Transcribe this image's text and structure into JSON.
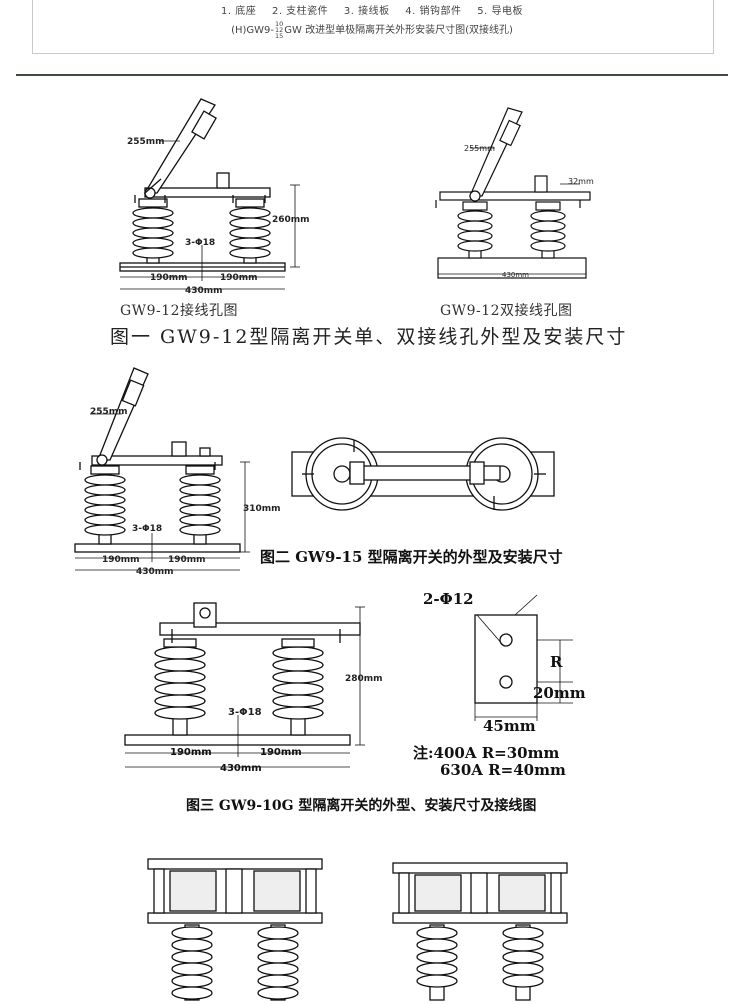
{
  "legend": {
    "items": [
      "1. 底座",
      "2. 支柱瓷件",
      "3. 接线板",
      "4. 销钩部件",
      "5. 导电板"
    ],
    "subtitle_prefix": "(H)GW9-",
    "subtitle_frac": [
      "10",
      "12",
      "15"
    ],
    "subtitle_suffix": "GW 改进型单极隔离开关外形安装尺寸图(双接线孔)"
  },
  "fig1": {
    "left": {
      "dim_255": "255mm",
      "dim_260": "260mm",
      "dim_hole": "3-Φ18",
      "dim_190a": "190mm",
      "dim_190b": "190mm",
      "dim_430": "430mm",
      "caption": "GW9-12接线孔图"
    },
    "right": {
      "dim_255": "255mm",
      "dim_32": "32mm",
      "dim_430": "430mm",
      "caption": "GW9-12双接线孔图"
    },
    "title": "图一 GW9-12型隔离开关单、双接线孔外型及安装尺寸"
  },
  "fig2": {
    "dim_255": "255mm",
    "dim_310": "310mm",
    "dim_hole": "3-Φ18",
    "dim_190a": "190mm",
    "dim_190b": "190mm",
    "dim_430": "430mm",
    "title": "图二 GW9-15 型隔离开关的外型及安装尺寸"
  },
  "fig3": {
    "dim_280": "280mm",
    "dim_hole": "3-Φ18",
    "dim_190a": "190mm",
    "dim_190b": "190mm",
    "dim_430": "430mm",
    "plate_holes": "2-Φ12",
    "plate_R": "R",
    "plate_20": "20mm",
    "plate_45": "45mm",
    "note_line1": "注:400A R=30mm",
    "note_line2": "630A R=40mm",
    "title": "图三 GW9-10G 型隔离开关的外型、安装尺寸及接线图"
  }
}
